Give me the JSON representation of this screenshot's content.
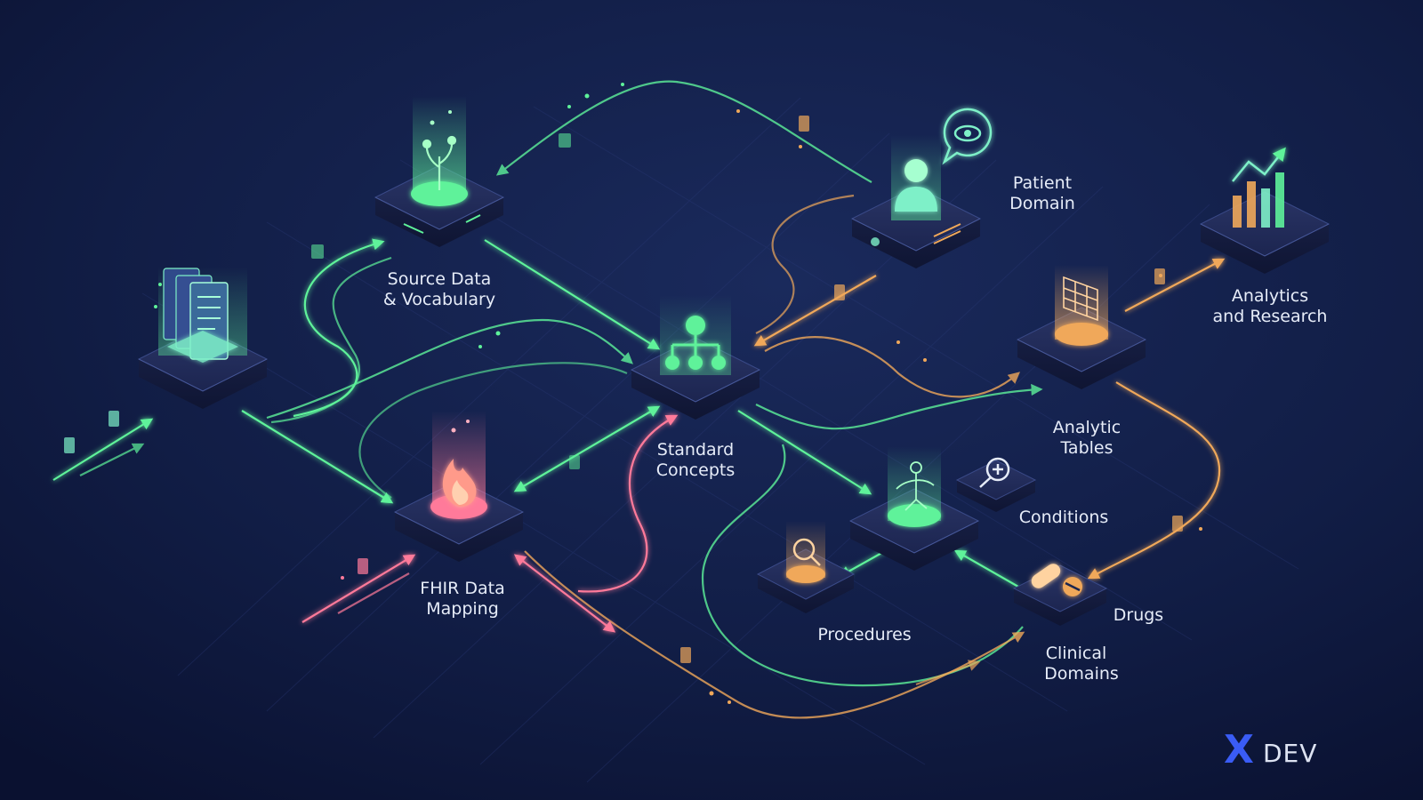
{
  "colors": {
    "background": "#0d1638",
    "green": "#5ef29a",
    "orange": "#f0a85a",
    "pink": "#ff7a9a",
    "teal": "#7ef0c8",
    "logo_blue": "#3a5cf5"
  },
  "nodes": {
    "source": {
      "label_line1": "Source Data",
      "label_line2": "& Vocabulary",
      "icon": "sprout-icon"
    },
    "docs": {
      "icon": "document-stack-icon"
    },
    "fhir": {
      "label_line1": "FHIR Data",
      "label_line2": "Mapping",
      "icon": "flame-icon"
    },
    "standard": {
      "label_line1": "Standard",
      "label_line2": "Concepts",
      "icon": "hierarchy-icon"
    },
    "patient": {
      "label_line1": "Patient",
      "label_line2": "Domain",
      "icon": "person-icon"
    },
    "analytic_tables": {
      "label_line1": "Analytic",
      "label_line2": "Tables",
      "icon": "table-grid-icon"
    },
    "analytics_research": {
      "label_line1": "Analytics",
      "label_line2": "and Research",
      "icon": "bar-chart-trend-icon"
    },
    "conditions": {
      "label": "Conditions",
      "icon": "magnifier-plus-icon"
    },
    "clinical": {
      "icon": "body-figure-icon"
    },
    "procedures": {
      "label": "Procedures",
      "icon": "magnifier-icon"
    },
    "drugs": {
      "label": "Drugs",
      "icon": "pill-capsule-icon"
    },
    "clinical_domains": {
      "label_line1": "Clinical",
      "label_line2": "Domains"
    }
  },
  "logo": {
    "mark": "X",
    "text": "DEV"
  }
}
